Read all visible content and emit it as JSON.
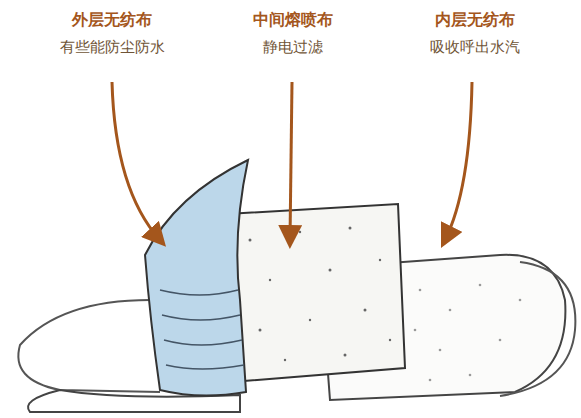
{
  "diagram": {
    "labels": [
      "外层无纺布",
      "有些能防尘防水",
      "中间熔喷布",
      "静电过滤",
      "内层无纺布",
      "吸收呼出水汽"
    ]
  }
}
